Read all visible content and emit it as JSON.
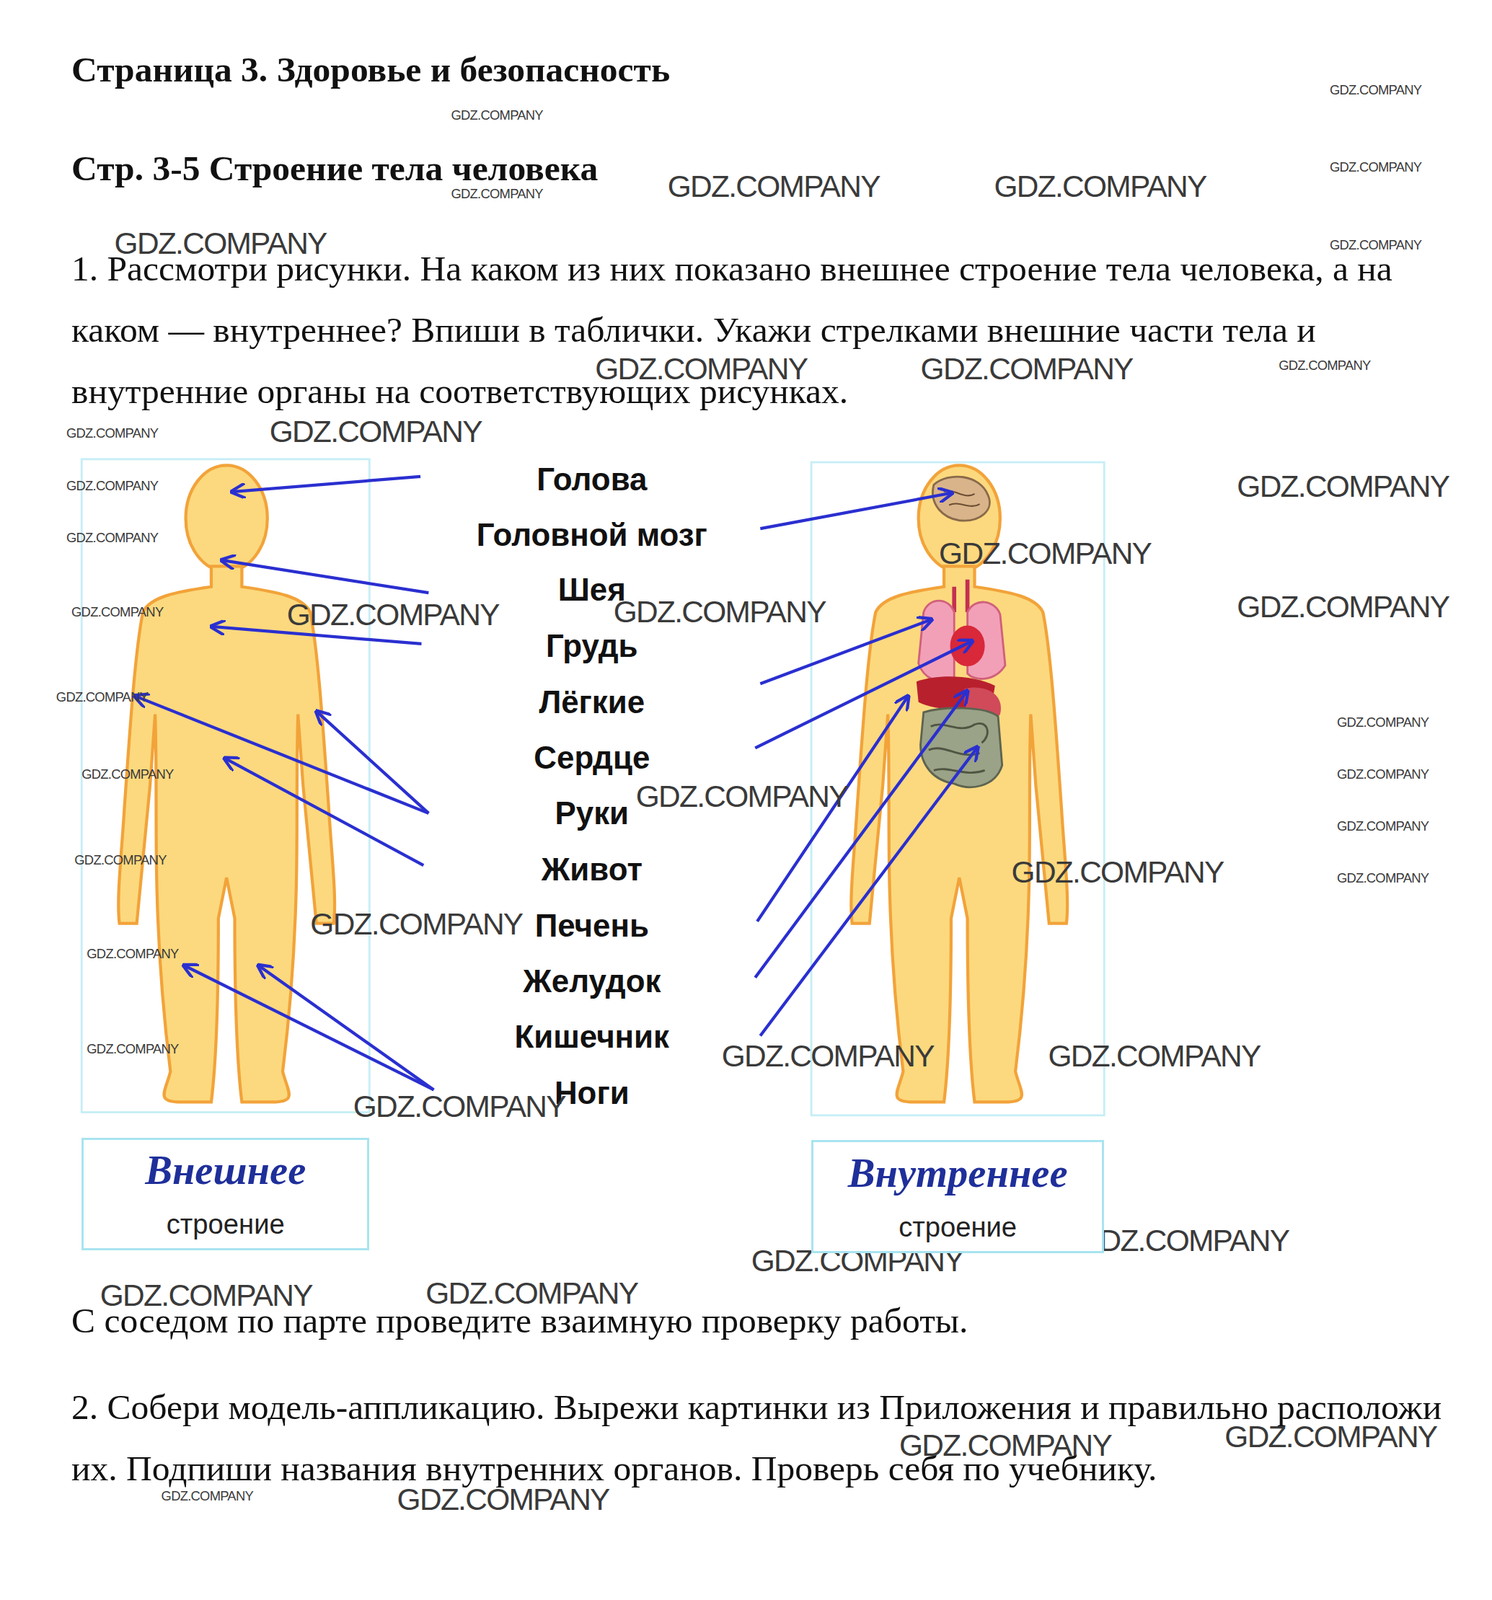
{
  "diagram": {
    "title": "Страница 3. Здоровье и безопасность",
    "nodes": [
      {
        "text": [
          "Внешнее",
          "строение"
        ]
      },
      {
        "text": [
          "Внутреннее",
          "строение"
        ]
      }
    ],
    "labels": [
      "Стр. 3-5 Строение тела человека",
      "1. Рассмотри рисунки. На каком из них показано внешнее строение тела человека, а на каком — внутреннее? Впиши в таблички. Укажи стрелками внешние части тела и внутренние органы на соответствующих рисунках.",
      "С соседом по парте проведите взаимную проверку работы.",
      "2. Собери модель-аппликацию. Вырежи картинки из Приложения и правильно расположи их. Подпиши названия внутренних органов. Проверь себя по учебнику.",
      "Голова",
      "Головной мозг",
      "Шея",
      "Грудь",
      "Лёгкие",
      "Сердце",
      "Руки",
      "Живот",
      "Печень",
      "Желудок",
      "Кишечник",
      "Ноги",
      "GDZ.COMPANY",
      "GDZ.COMPANY",
      "GDZ.COMPANY",
      "GDZ.COMPANY",
      "GDZ.COMPANY",
      "GDZ.COMPANY",
      "GDZ.COMPANY",
      "GDZ.COMPANY",
      "GDZ.COMPANY",
      "GDZ.COMPANY",
      "GDZ.COMPANY",
      "GDZ.COMPANY",
      "GDZ.COMPANY",
      "GDZ.COMPANY",
      "GDZ.COMPANY",
      "GDZ.COMPANY",
      "GDZ.COMPANY",
      "GDZ.COMPANY",
      "GDZ.COMPANY",
      "GDZ.COMPANY",
      "GDZ.COMPANY",
      "GDZ.COMPANY",
      "GDZ.COMPANY",
      "GDZ.COMPANY",
      "GDZ.COMPANY",
      "GDZ.COMPANY",
      "GDZ.COMPANY",
      "GDZ.COMPANY",
      "GDZ.COMPANY",
      "GDZ.COMPANY",
      "GDZ.COMPANY",
      "GDZ.COMPANY",
      "GDZ.COMPANY",
      "GDZ.COMPANY",
      "GDZ.COMPANY",
      "GDZ.COMPANY",
      "GDZ.COMPANY",
      "GDZ.COMPANY",
      "GDZ.COMPANY",
      "GDZ.COMPANY",
      "GDZ.COMPANY",
      "GDZ.COMPANY",
      "GDZ.COMPANY",
      "GDZ.COMPANY"
    ]
  }
}
